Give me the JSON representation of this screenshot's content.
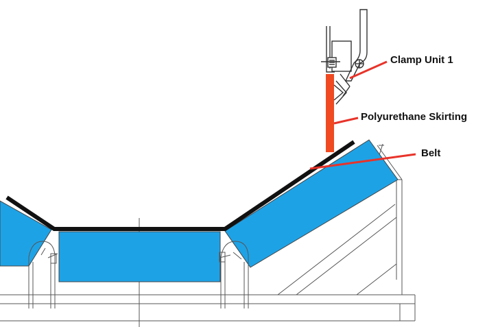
{
  "diagram": {
    "labels": {
      "clamp_unit": "Clamp Unit 1",
      "skirting": "Polyurethane Skirting",
      "belt": "Belt"
    },
    "colors": {
      "roller_fill": "#1ea2e6",
      "skirting": "#f04a22",
      "callout_line": "#e8332a",
      "belt": "#111111",
      "frame_line": "#555555",
      "text": "#111111"
    }
  }
}
